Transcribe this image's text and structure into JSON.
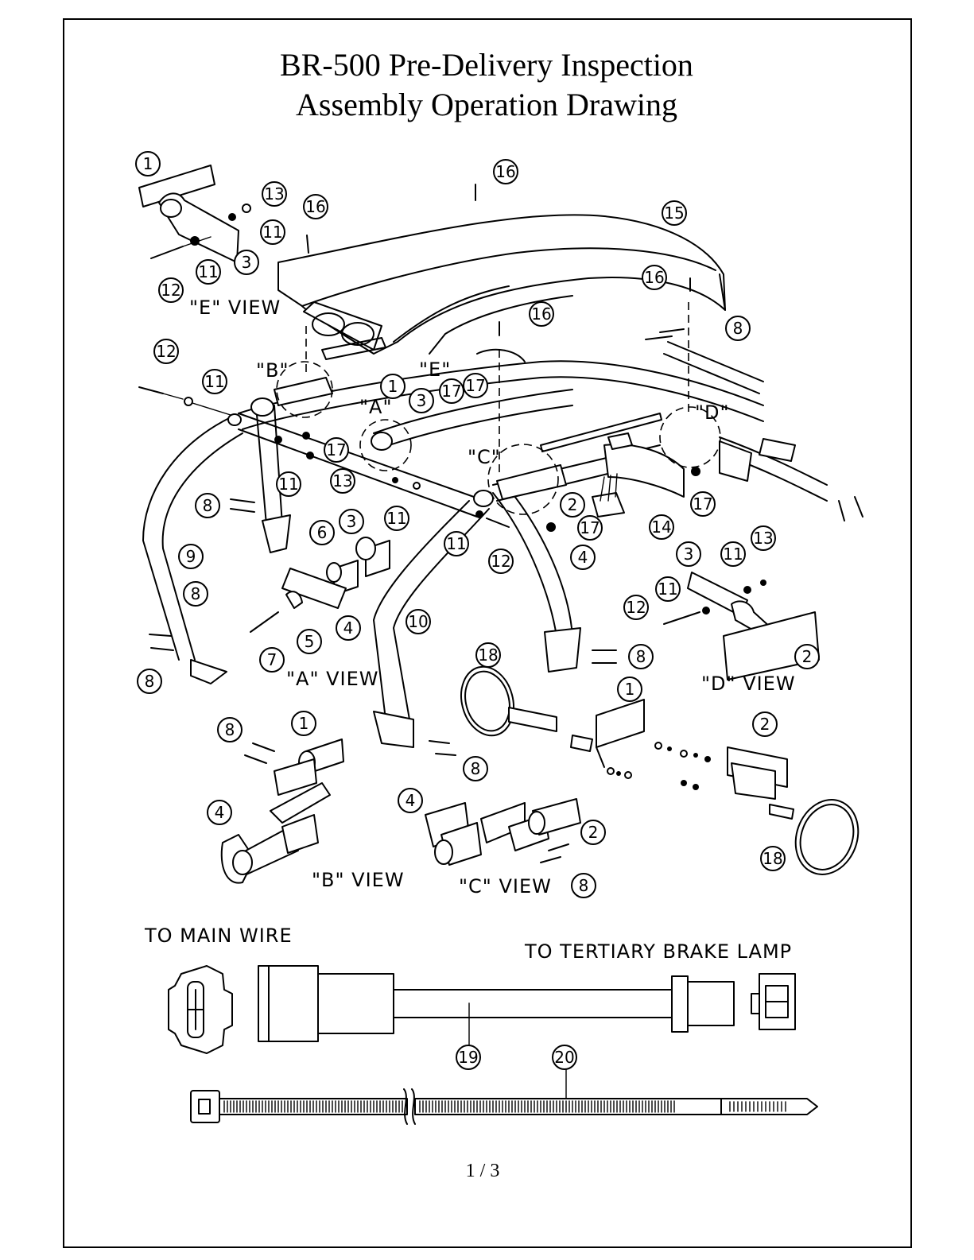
{
  "title": {
    "line1": "BR-500 Pre-Delivery Inspection",
    "line2": "Assembly Operation Drawing"
  },
  "view_labels": {
    "e_view": "\"E\"  VIEW",
    "a_view": "\"A\"  VIEW",
    "b_view": "\"B\"  VIEW",
    "c_view": "\"C\"  VIEW",
    "d_view": "\"D\"  VIEW"
  },
  "detail_markers": {
    "a": "\"A\"",
    "b": "\"B\"",
    "c": "\"C\"",
    "d": "\"D\"",
    "e": "\"E\""
  },
  "wiring": {
    "to_main_wire": "TO  MAIN  WIRE",
    "to_brake_lamp": "TO  TERTIARY  BRAKE  LAMP"
  },
  "callouts": [
    "1",
    "13",
    "11",
    "3",
    "11",
    "12",
    "16",
    "16",
    "15",
    "16",
    "16",
    "8",
    "12",
    "11",
    "1",
    "17",
    "3",
    "17",
    "13",
    "11",
    "11",
    "17",
    "8",
    "9",
    "8",
    "8",
    "6",
    "3",
    "5",
    "4",
    "7",
    "11",
    "12",
    "4",
    "2",
    "17",
    "14",
    "17",
    "8",
    "3",
    "11",
    "13",
    "11",
    "12",
    "2",
    "10",
    "8",
    "18",
    "1",
    "2",
    "8",
    "1",
    "4",
    "4",
    "2",
    "8",
    "18",
    "19",
    "20"
  ],
  "page_number": "1 / 3"
}
